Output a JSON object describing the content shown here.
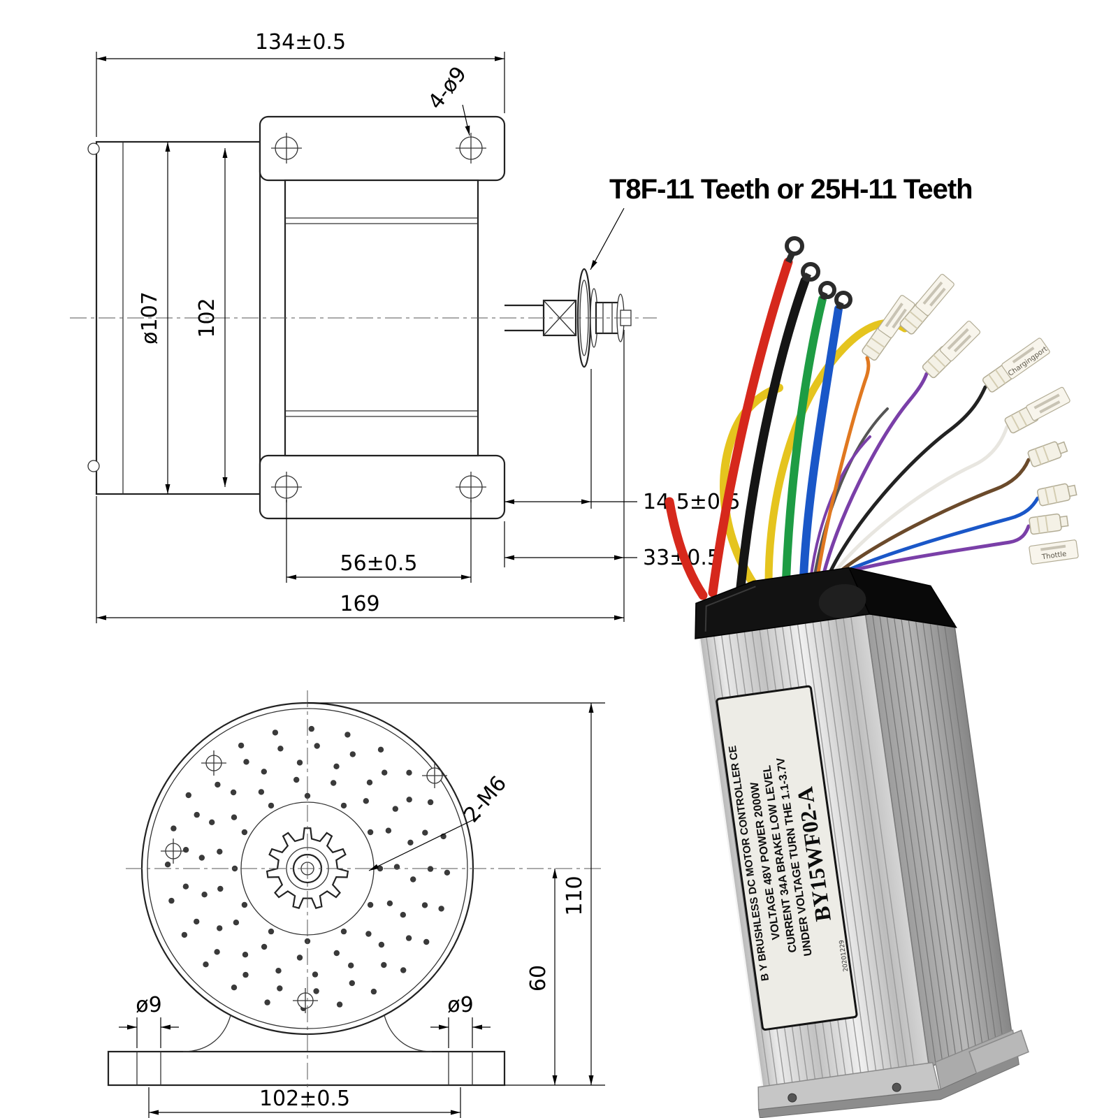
{
  "annotation": {
    "sprocket_note": "T8F-11 Teeth or 25H-11 Teeth"
  },
  "side_view": {
    "dims": {
      "width": "134±0.5",
      "mount_holes": "4-ø9",
      "body_diameter": "ø107",
      "hole_spacing_vertical": "102",
      "sprocket_offset": "14.5±0.5",
      "shaft_length": "33±0.5",
      "hole_spacing_horizontal": "56±0.5",
      "overall_length": "169"
    }
  },
  "front_view": {
    "dims": {
      "tapped_holes": "2-M6",
      "left_slot": "ø9",
      "right_slot": "ø9",
      "slot_spacing": "102±0.5",
      "axle_height": "60",
      "overall_height": "110"
    }
  },
  "controller": {
    "label": {
      "title": "B Y BRUSHLESS DC MOTOR CONTROLLER CE",
      "row_voltage": "VOLTAGE 48V   POWER 2000W",
      "row_current": "CURRENT 34A   BRAKE LOW LEVEL",
      "row_under": "UNDER VOLTAGE  TURN THE 1.1-3.7V",
      "model": "BY15WF02-A",
      "date": "20201229"
    },
    "tags": {
      "charging_port": "Chargingport",
      "throttle": "Thottle"
    },
    "wire_colors": [
      "red",
      "black",
      "green",
      "blue",
      "yellow",
      "orange",
      "purple",
      "white",
      "brown"
    ]
  }
}
